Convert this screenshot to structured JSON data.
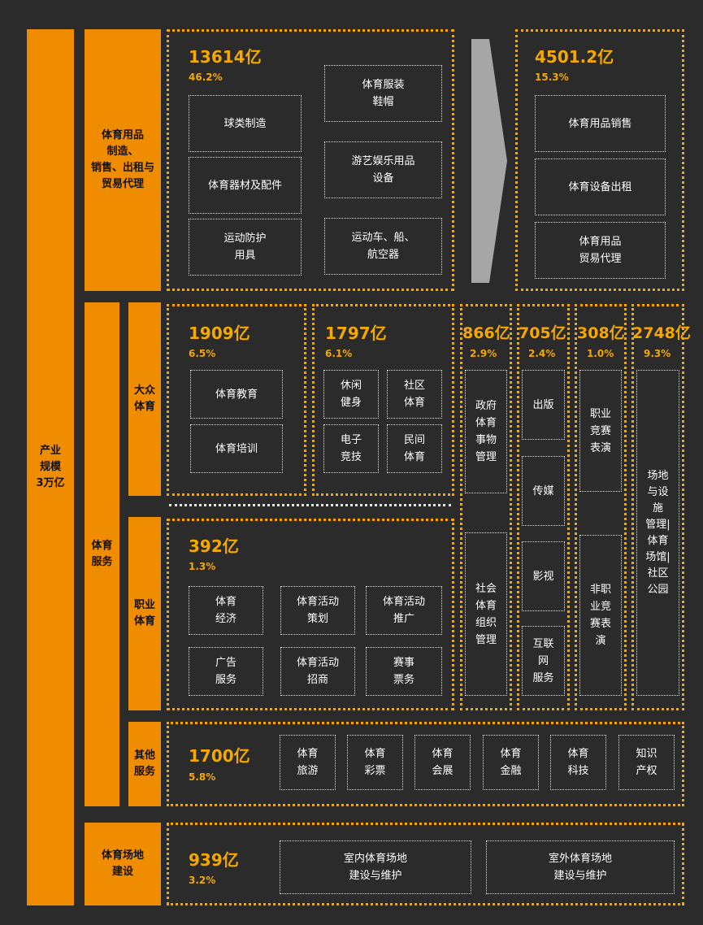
{
  "colors": {
    "background": "#2b2b2b",
    "category_bar": "#f08c00",
    "value_text": "#f5a800",
    "section_border": "#f5a800",
    "item_border": "#e6e6e6",
    "arrow": "#a6a6a6"
  },
  "industry_total": "产业\n规模\n3万亿",
  "manufacturing": {
    "label": "体育用品\n制造、\n销售、出租与\n贸易代理",
    "production": {
      "value": "13614亿",
      "share": "46.2%",
      "items": [
        "球类制造",
        "体育器材及配件",
        "运动防护\n用具",
        "体育服装\n鞋帽",
        "游艺娱乐用品\n设备",
        "运动车、船、\n航空器"
      ]
    },
    "sales": {
      "value": "4501.2亿",
      "share": "15.3%",
      "items": [
        "体育用品销售",
        "体育设备出租",
        "体育用品\n贸易代理"
      ]
    }
  },
  "services": {
    "label": "体育\n服务",
    "mass_sports": {
      "label": "大众\n体育",
      "education": {
        "value": "1909亿",
        "share": "6.5%",
        "items": [
          "体育教育",
          "体育培训"
        ]
      },
      "recreation": {
        "value": "1797亿",
        "share": "6.1%",
        "items": [
          "休闲\n健身",
          "社区\n体育",
          "电子\n竞技",
          "民间\n体育"
        ]
      }
    },
    "pro_sports": {
      "label": "职业\n体育",
      "value": "392亿",
      "share": "1.3%",
      "items": [
        "体育\n经济",
        "体育活动\n策划",
        "体育活动\n推广",
        "广告\n服务",
        "体育活动\n招商",
        "赛事\n票务"
      ]
    },
    "management": {
      "value": "866亿",
      "share": "2.9%",
      "items": [
        "政府\n体育\n事物\n管理",
        "社会\n体育\n组织\n管理"
      ]
    },
    "media": {
      "value": "705亿",
      "share": "2.4%",
      "items": [
        "出版",
        "传媒",
        "影视",
        "互联\n网\n服务"
      ]
    },
    "competition": {
      "value": "308亿",
      "share": "1.0%",
      "items": [
        "职业\n竞赛\n表演",
        "非职\n业竞\n赛表\n演"
      ]
    },
    "venues_mgmt": {
      "value": "2748亿",
      "share": "9.3%",
      "items": [
        "场地\n与设\n施\n管理|\n体育\n场馆|\n社区\n公园"
      ]
    },
    "other": {
      "label": "其他\n服务",
      "value": "1700亿",
      "share": "5.8%",
      "items": [
        "体育\n旅游",
        "体育\n彩票",
        "体育\n会展",
        "体育\n金融",
        "体育\n科技",
        "知识\n产权"
      ]
    }
  },
  "construction": {
    "label": "体育场地\n建设",
    "value": "939亿",
    "share": "3.2%",
    "items": [
      "室内体育场地\n建设与维护",
      "室外体育场地\n建设与维护"
    ]
  }
}
